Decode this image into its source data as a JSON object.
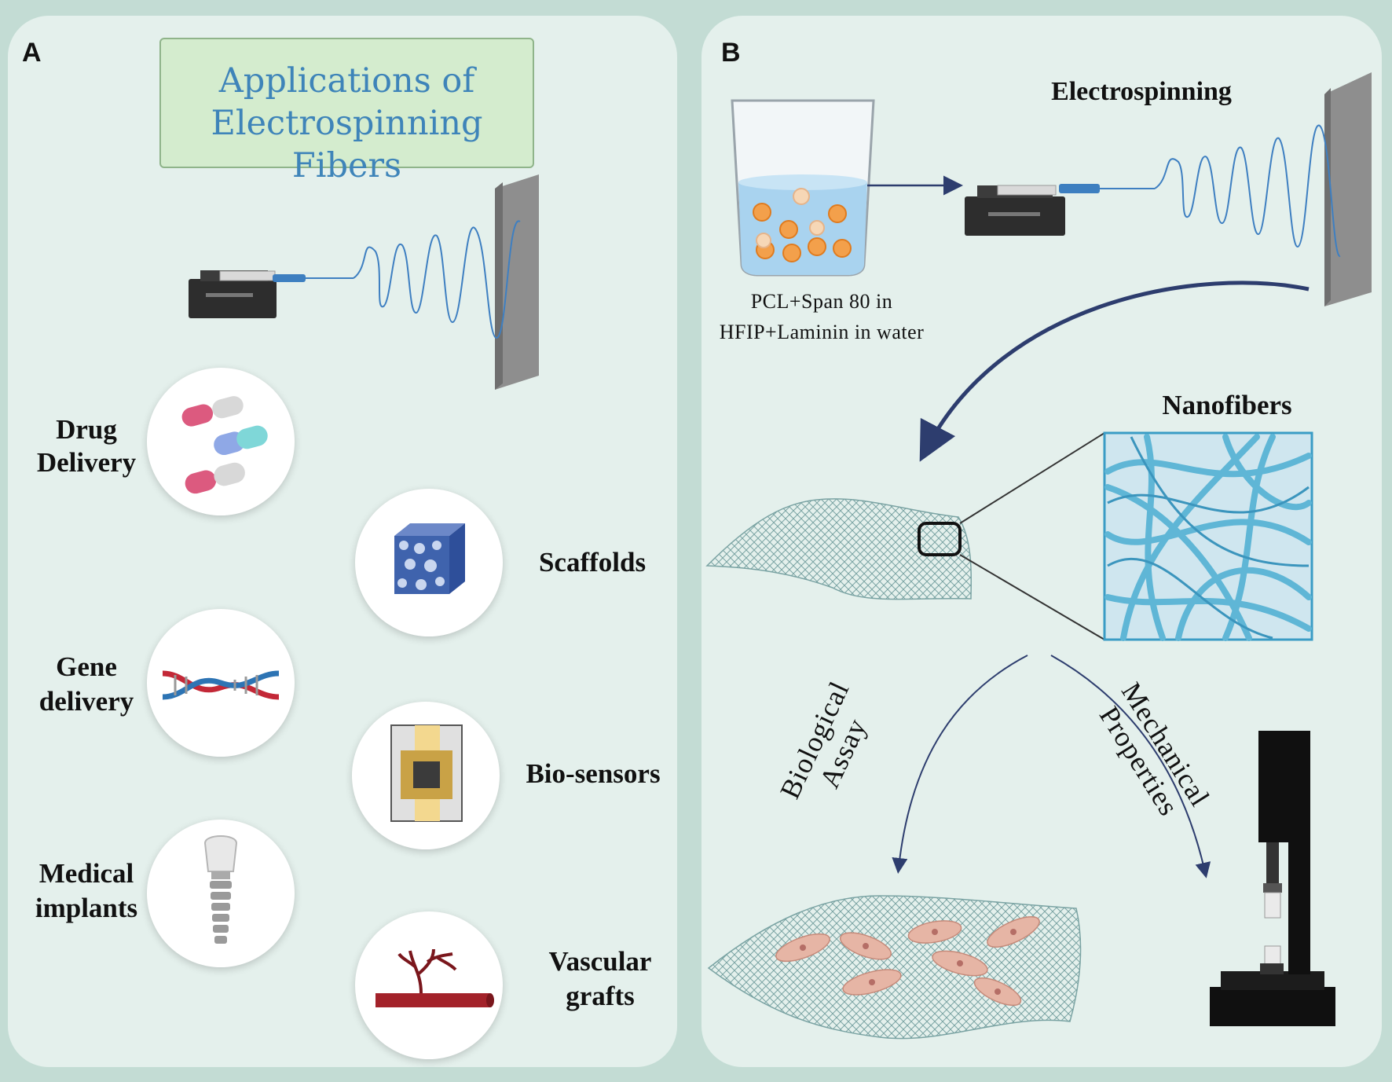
{
  "panel_a": {
    "label": "A",
    "title_line1": "Applications of",
    "title_line2": "Electrospinning Fibers",
    "applications": {
      "drug_delivery": [
        "Drug",
        "Delivery"
      ],
      "gene_delivery": [
        "Gene",
        "delivery"
      ],
      "medical_implants": [
        "Medical",
        "implants"
      ],
      "scaffolds": "Scaffolds",
      "biosensors": "Bio-sensors",
      "vascular_grafts": [
        "Vascular",
        "grafts"
      ]
    }
  },
  "panel_b": {
    "label": "B",
    "electrospinning": "Electrospinning",
    "solution_line1": "PCL+Span 80 in",
    "solution_line2": "HFIP+Laminin  in water",
    "nanofibers": "Nanofibers",
    "biological_assay": [
      "Biological",
      "Assay"
    ],
    "mechanical_properties": [
      "Mechanical",
      "Properties"
    ]
  },
  "colors": {
    "background": "#c3dcd4",
    "panel": "#e4f0ec",
    "title_box": "#d4ecce",
    "title_text": "#3e84b9",
    "fiber": "#3e7fc1",
    "arrow": "#2d3d6e",
    "nanofiber": "#5fb6d6"
  }
}
